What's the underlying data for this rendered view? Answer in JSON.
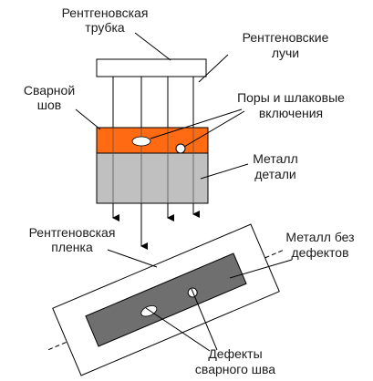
{
  "labels": {
    "tube_line1": "Рентгеновская",
    "tube_line2": "трубка",
    "rays_line1": "Рентгеновские",
    "rays_line2": "лучи",
    "weld_line1": "Сварной",
    "weld_line2": "шов",
    "pores_line1": "Поры и шлаковые",
    "pores_line2": "включения",
    "metal_line1": "Металл",
    "metal_line2": "детали",
    "film_line1": "Рентгеновская",
    "film_line2": "пленка",
    "nodefect_line1": "Металл без",
    "nodefect_line2": "дефектов",
    "defects_line1": "Дефекты",
    "defects_line2": "сварного шва"
  },
  "colors": {
    "weld_seam": "#ff6a13",
    "metal_part": "#c0c0c0",
    "film_strip": "#6f6f6f",
    "tube_fill": "#ffffff",
    "stroke": "#000000"
  }
}
